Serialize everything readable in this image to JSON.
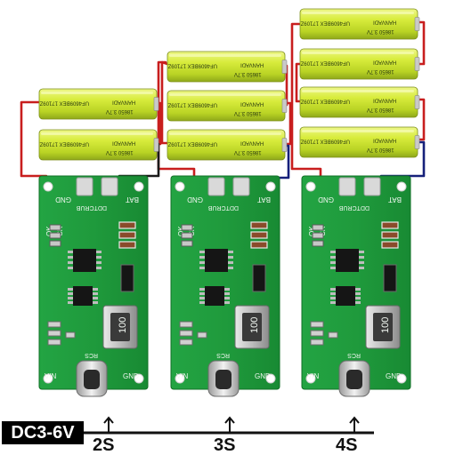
{
  "caption": {
    "input_voltage": "DC3-6V",
    "configs": [
      "2S",
      "3S",
      "4S"
    ]
  },
  "cell": {
    "label_left": "UF4609BEX 17109Z",
    "label_right": "HANVADI",
    "label_small": "18650 3.7V"
  },
  "board": {
    "silk_gnd": "GND",
    "silk_bat": "BAT",
    "silk_brand": "DDTCRUB",
    "silk_ok": "OK",
    "silk_cr": "CR",
    "silk_vin": "VIN",
    "silk_rcs": "RCS",
    "inductor_code": "100"
  },
  "modules": [
    {
      "name": "2S",
      "cells": 2
    },
    {
      "name": "3S",
      "cells": 3
    },
    {
      "name": "4S",
      "cells": 4
    }
  ],
  "colors": {
    "pcb_green": "#1f9a3c",
    "cell_yellow": "#d6ea3a",
    "wire_red": "#c81e1e",
    "wire_black": "#1a1a1a",
    "wire_blue": "#16207a",
    "caption_bg": "#000000"
  }
}
